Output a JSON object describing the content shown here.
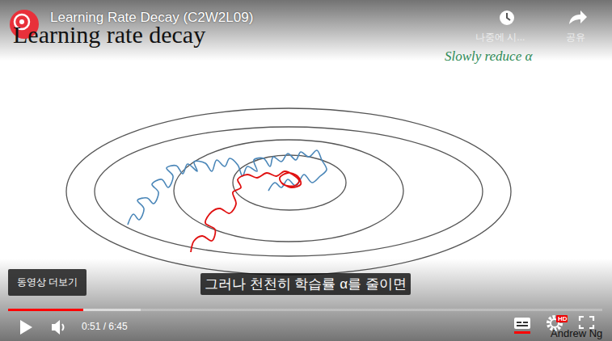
{
  "diagram": {
    "title": "Learning Rate Decay (C2W2L09)",
    "nodes": [
      {
        "text": [
          "동영상 더보기"
        ]
      },
      {
        "text": [
          "그러나 천천히 학습률 α를 줄이면"
        ]
      }
    ],
    "labels": [
      "Learning rate decay",
      "나중에 시...",
      "공유",
      "Slowly reduce α",
      "0:51 / 6:45",
      "HD",
      "Andrew Ng"
    ]
  }
}
